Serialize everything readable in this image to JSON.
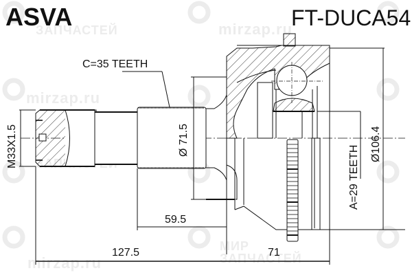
{
  "header": {
    "brand": "ASVA",
    "part_number": "FT-DUCA54"
  },
  "watermark": {
    "site": "mirzap.ru",
    "line1": "МИР",
    "line2": "ЗАПЧАСТЕЙ"
  },
  "dimensions": {
    "thread": "M33X1.5",
    "shaft_splines": "C=35 TEETH",
    "shaft_diameter": "Ø 71.5",
    "abs_ring": "A=29 TEETH",
    "outer_diameter": "Ø106.4",
    "length_inner": "59.5",
    "length_total": "127.5",
    "length_outer": "71"
  },
  "colors": {
    "line": "#111111",
    "watermark": "#e8e8e8",
    "background": "#ffffff"
  }
}
